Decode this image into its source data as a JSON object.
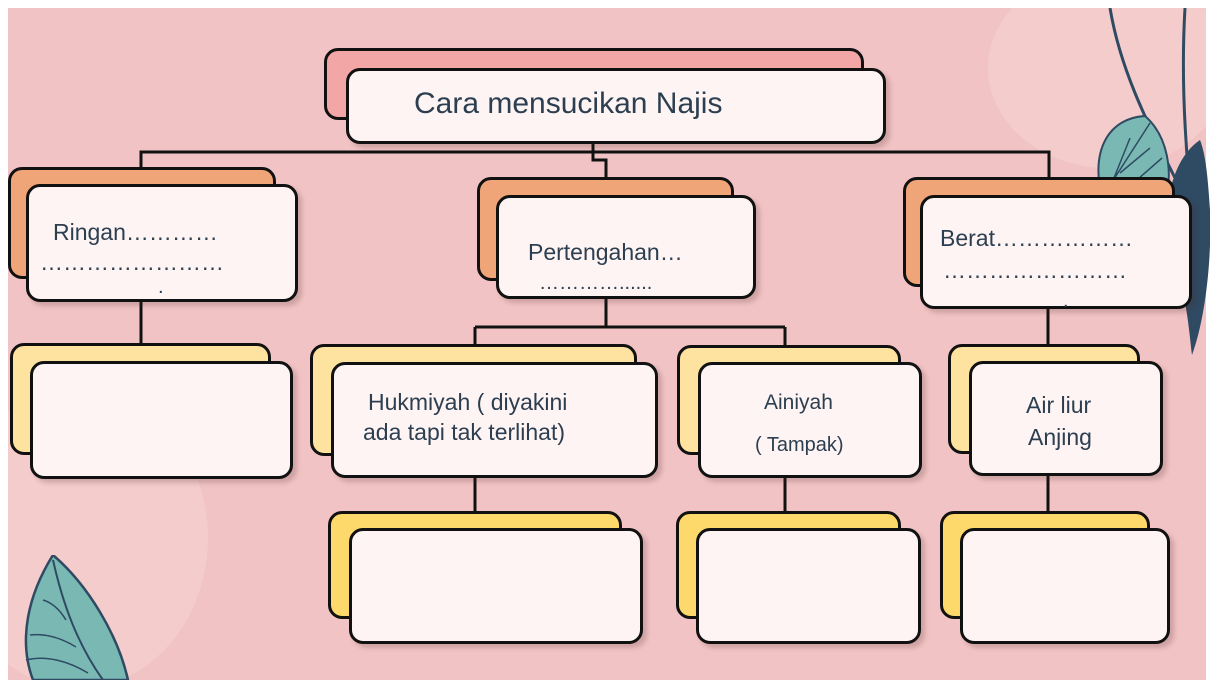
{
  "title": "Cara mensucikan  Najis",
  "categories": {
    "ringan": {
      "line1": "Ringan…………",
      "line2": "……………………",
      "line3": "."
    },
    "pertengahan": {
      "line1": "Pertengahan…",
      "line2": "…………......"
    },
    "berat": {
      "line1": "Berat………………",
      "line2": "……………………",
      "line3": "."
    }
  },
  "subtypes": {
    "hukmiyah": {
      "line1": "Hukmiyah ( diyakini",
      "line2": "ada tapi tak terlihat)"
    },
    "ainiyah": {
      "line1": "Ainiyah",
      "line2": "( Tampak)"
    },
    "air_liur": {
      "line1": "Air liur",
      "line2": "Anjing"
    }
  },
  "colors": {
    "background": "#f1c3c4",
    "title_back": "#f3a6a6",
    "category_back": "#f0a578",
    "subtype_back": "#fde2a0",
    "answer_back": "#fdd96b",
    "text": "#2c3e50",
    "leaf_teal": "#7ab9b3",
    "leaf_navy": "#2f4a63"
  },
  "decorations": [
    "leaf-top-right-icon",
    "leaf-navy-right-icon",
    "leaf-bottom-left-icon"
  ]
}
